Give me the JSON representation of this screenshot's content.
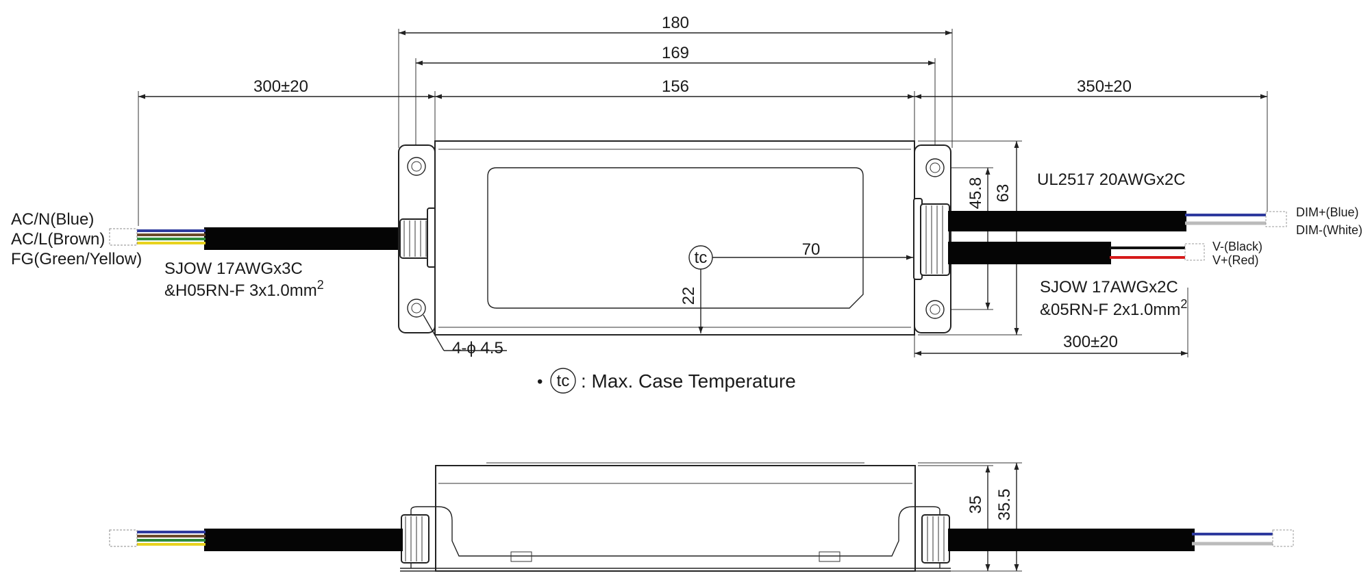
{
  "colors": {
    "cable": "#050505",
    "blue": "#2e3a9e",
    "brown": "#6b4a2b",
    "green": "#2e8b3a",
    "yellow": "#e8d21e",
    "black": "#111111",
    "red": "#d61a1a",
    "white": "#f2f2f2",
    "line": "#222222"
  },
  "dimensions": {
    "overall_length": "180",
    "mount_pitch": "169",
    "body_length": "156",
    "input_cable_length": "300±20",
    "dim_cable_length": "350±20",
    "output_cable_length": "300±20",
    "width": "63",
    "mount_width": "45.8",
    "tc_offset_x": "70",
    "tc_offset_y": "22",
    "height": "35",
    "height_total": "35.5"
  },
  "labels": {
    "input_wires": [
      "AC/N(Blue)",
      "AC/L(Brown)",
      "FG(Green/Yellow)"
    ],
    "input_cable_line1": "SJOW 17AWGx3C",
    "input_cable_line2_prefix": "&H05RN-F 3x1.0mm",
    "superscript_2": "2",
    "dim_cable": "UL2517 20AWGx2C",
    "dim_wires": [
      "DIM+(Blue)",
      "DIM-(White)"
    ],
    "output_wires": [
      "V-(Black)",
      "V+(Red)"
    ],
    "output_cable_line1": "SJOW 17AWGx2C",
    "output_cable_line2_prefix": "&05RN-F 2x1.0mm",
    "mount_holes": "4-ϕ 4.5",
    "tc_symbol": "tc",
    "legend_bullet": "•",
    "legend_text": ": Max. Case Temperature"
  },
  "icons": {
    "tc": "tc-circle-icon",
    "mount_hole": "mount-hole-icon"
  }
}
